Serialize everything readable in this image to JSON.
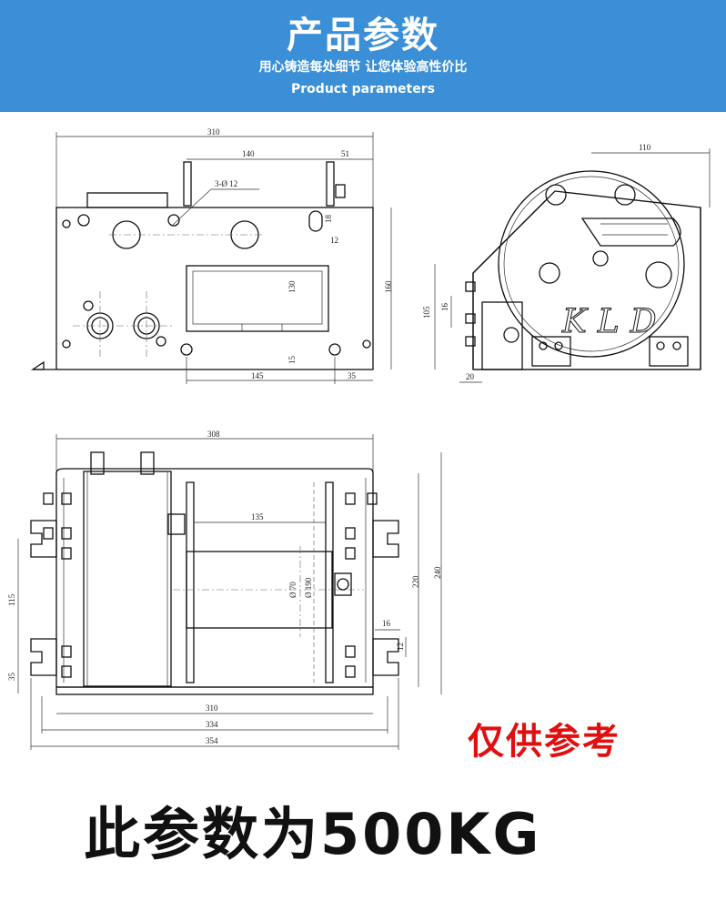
{
  "header": {
    "title": "产品参数",
    "subtitle": "用心铸造每处细节  让您体验高性价比",
    "subtitle_en": "Product parameters",
    "background_color": "#3a8fd6"
  },
  "front_view": {
    "dims": {
      "overall_width": "310",
      "upper_span": "140",
      "right_span": "51",
      "hole_spec": "3-Ø 12",
      "d18": "18",
      "d12": "12",
      "d130": "130",
      "d160": "160",
      "d15": "15",
      "d145": "145",
      "d35": "35"
    }
  },
  "side_view": {
    "dims": {
      "top": "110",
      "height": "105",
      "d16": "16",
      "d20": "20"
    },
    "logo": "KLD"
  },
  "top_view": {
    "dims": {
      "overall": "308",
      "drum_len": "135",
      "drum_d1": "Ø 70",
      "drum_d2": "Ø 190",
      "d115": "115",
      "d35": "35",
      "d220": "220",
      "d240": "240",
      "d16": "16",
      "d12": "12",
      "b310": "310",
      "b334": "334",
      "b354": "354"
    }
  },
  "note": {
    "reference_only": "仅供参考",
    "reference_color": "#e01010",
    "params_for": "此参数为500KG"
  }
}
